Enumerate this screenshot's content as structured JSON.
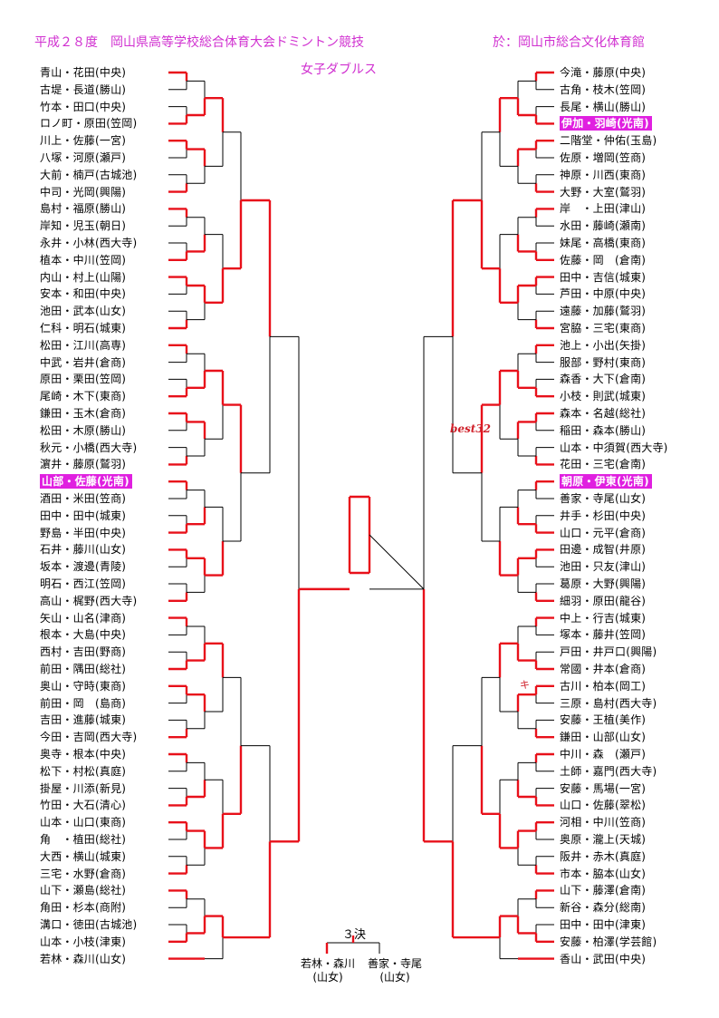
{
  "header": {
    "title": "平成２８度　岡山県高等学校総合体育大会ドミントン競技",
    "venue": "於：岡山市総合文化体育館",
    "event": "女子ダブルス"
  },
  "colors": {
    "accent": "#e020e0",
    "winner_line": "#e8101a",
    "line": "#000000"
  },
  "left_pairs": [
    "青山・花田(中央)",
    "古堤・長道(勝山)",
    "竹本・田口(中央)",
    "ロノ町・原田(笠岡)",
    "川上・佐藤(一宮)",
    "八塚・河原(瀬戸)",
    "大前・楠戸(古城池)",
    "中司・光岡(興陽)",
    "島村・福原(勝山)",
    "岸知・児玉(朝日)",
    "永井・小林(西大寺)",
    "植本・中川(笠岡)",
    "内山・村上(山陽)",
    "安本・和田(中央)",
    "池田・武本(山女)",
    "仁科・明石(城東)",
    "松田・江川(高専)",
    "中武・岩井(倉商)",
    "原田・栗田(笠岡)",
    "尾崎・木下(東商)",
    "鎌田・玉木(倉商)",
    "松田・木原(勝山)",
    "秋元・小橋(西大寺)",
    "濵井・藤原(鷲羽)",
    "山部・佐藤(光南)",
    "酒田・米田(笠商)",
    "田中・田中(城東)",
    "野島・半田(中央)",
    "石井・藤川(山女)",
    "坂本・渡邊(青陵)",
    "明石・西江(笠岡)",
    "高山・梶野(西大寺)",
    "矢山・山名(津商)",
    "根本・大島(中央)",
    "西村・吉田(野商)",
    "前田・隅田(総社)",
    "奥山・守時(東商)",
    "前田・岡　(島商)",
    "吉田・進藤(城東)",
    "今田・吉岡(西大寺)",
    "奥寺・根本(中央)",
    "松下・村松(真庭)",
    "掛屋・川添(新見)",
    "竹田・大石(清心)",
    "山本・山口(東商)",
    "角　・植田(総社)",
    "大西・横山(城東)",
    "三宅・水野(倉商)",
    "山下・瀬島(総社)",
    "角田・杉本(商附)",
    "溝口・徳田(古城池)",
    "山本・小枝(津東)",
    "若林・森川(山女)"
  ],
  "right_pairs": [
    "今滝・藤原(中央)",
    "古角・枝木(笠岡)",
    "長尾・横山(勝山)",
    "伊加・羽崎(光南)",
    "二階堂・仲佑(玉島)",
    "佐原・増岡(笠商)",
    "神原・川西(東商)",
    "大野・大室(鷲羽)",
    "岸　・上田(津山)",
    "水田・藤崎(瀬南)",
    "妹尾・高橋(東商)",
    "佐藤・岡　(倉南)",
    "田中・吉信(城東)",
    "芦田・中原(中央)",
    "遠藤・加藤(鷲羽)",
    "宮脇・三宅(東商)",
    "池上・小出(矢掛)",
    "服部・野村(東商)",
    "森香・大下(倉南)",
    "小枝・則武(城東)",
    "森本・名越(総社)",
    "稲田・森本(勝山)",
    "山本・中須賀(西大寺)",
    "花田・三宅(倉南)",
    "朝原・伊東(光南)",
    "善家・寺尾(山女)",
    "井手・杉田(中央)",
    "山口・元平(倉商)",
    "田邊・成智(井原)",
    "池田・只友(津山)",
    "葛原・大野(興陽)",
    "細羽・原田(龍谷)",
    "中上・行吉(城東)",
    "塚本・藤井(笠岡)",
    "戸田・井戸口(興陽)",
    "常國・井本(倉商)",
    "古川・柏本(岡工)",
    "三原・島村(西大寺)",
    "安藤・王植(美作)",
    "鎌田・山部(山女)",
    "中川・森　(瀬戸)",
    "土師・嘉門(西大寺)",
    "安藤・馬場(一宮)",
    "山口・佐藤(翠松)",
    "河相・中川(笠商)",
    "奥原・瀧上(天城)",
    "阪井・赤木(真庭)",
    "市本・脇本(山女)",
    "山下・藤澤(倉南)",
    "新谷・森分(総南)",
    "田中・田中(津東)",
    "安藤・柏澤(学芸館)",
    "香山・武田(中央)"
  ],
  "annotations": {
    "best": "best32",
    "mark": "キ"
  },
  "third_place": {
    "title": "３決",
    "left_name": "若林・森川",
    "left_school": "(山女)",
    "right_name": "善家・寺尾",
    "right_school": "(山女)"
  }
}
